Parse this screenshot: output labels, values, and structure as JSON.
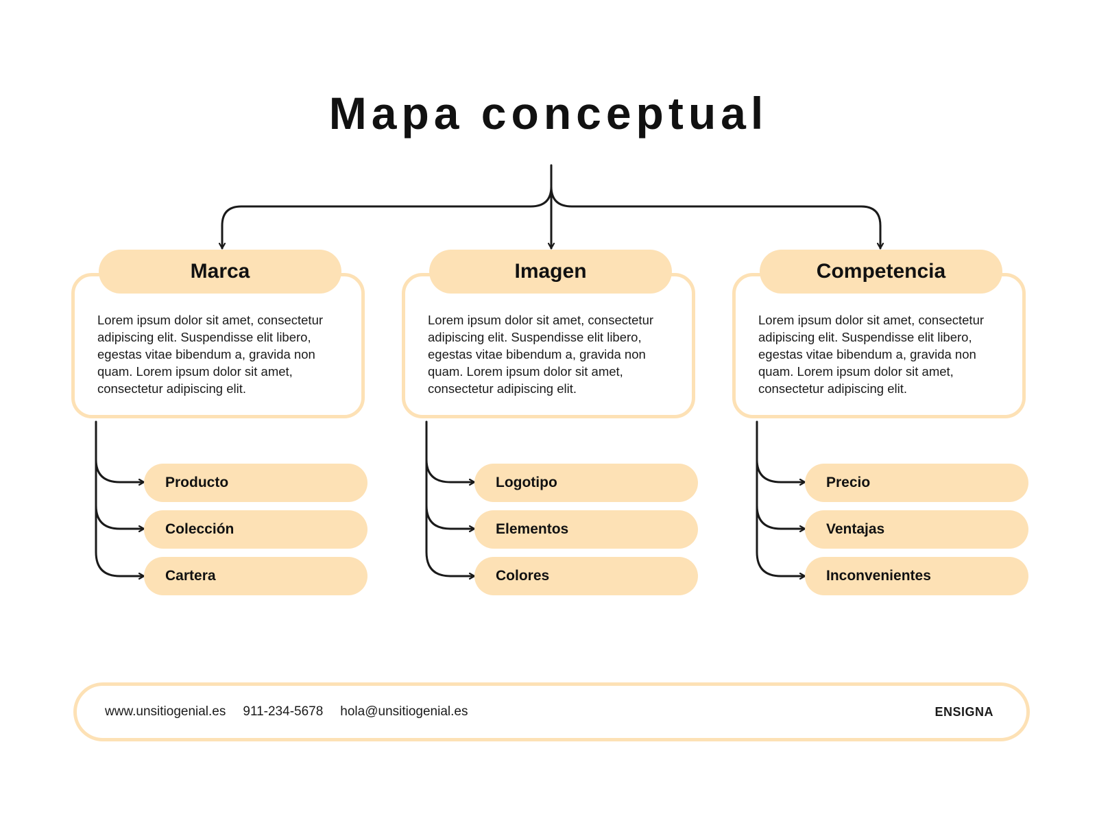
{
  "title": "Mapa conceptual",
  "colors": {
    "accent": "#fde1b5",
    "line": "#1a1a1a",
    "text": "#111111"
  },
  "branches": [
    {
      "label": "Marca",
      "description": "Lorem ipsum dolor sit amet, consectetur adipiscing elit. Suspendisse elit libero, egestas vitae bibendum a, gravida non quam. Lorem ipsum dolor sit amet, consectetur adipiscing elit.",
      "items": [
        "Producto",
        "Colección",
        "Cartera"
      ]
    },
    {
      "label": "Imagen",
      "description": "Lorem ipsum dolor sit amet, consectetur adipiscing elit. Suspendisse elit libero, egestas vitae bibendum a, gravida non quam. Lorem ipsum dolor sit amet, consectetur adipiscing elit.",
      "items": [
        "Logotipo",
        "Elementos",
        "Colores"
      ]
    },
    {
      "label": "Competencia",
      "description": "Lorem ipsum dolor sit amet, consectetur adipiscing elit. Suspendisse elit libero, egestas vitae bibendum a, gravida non quam. Lorem ipsum dolor sit amet, consectetur adipiscing elit.",
      "items": [
        "Precio",
        "Ventajas",
        "Inconvenientes"
      ]
    }
  ],
  "footer": {
    "website": "www.unsitiogenial.es",
    "phone": "911-234-5678",
    "email": "hola@unsitiogenial.es",
    "brand": "ENSIGNA"
  }
}
